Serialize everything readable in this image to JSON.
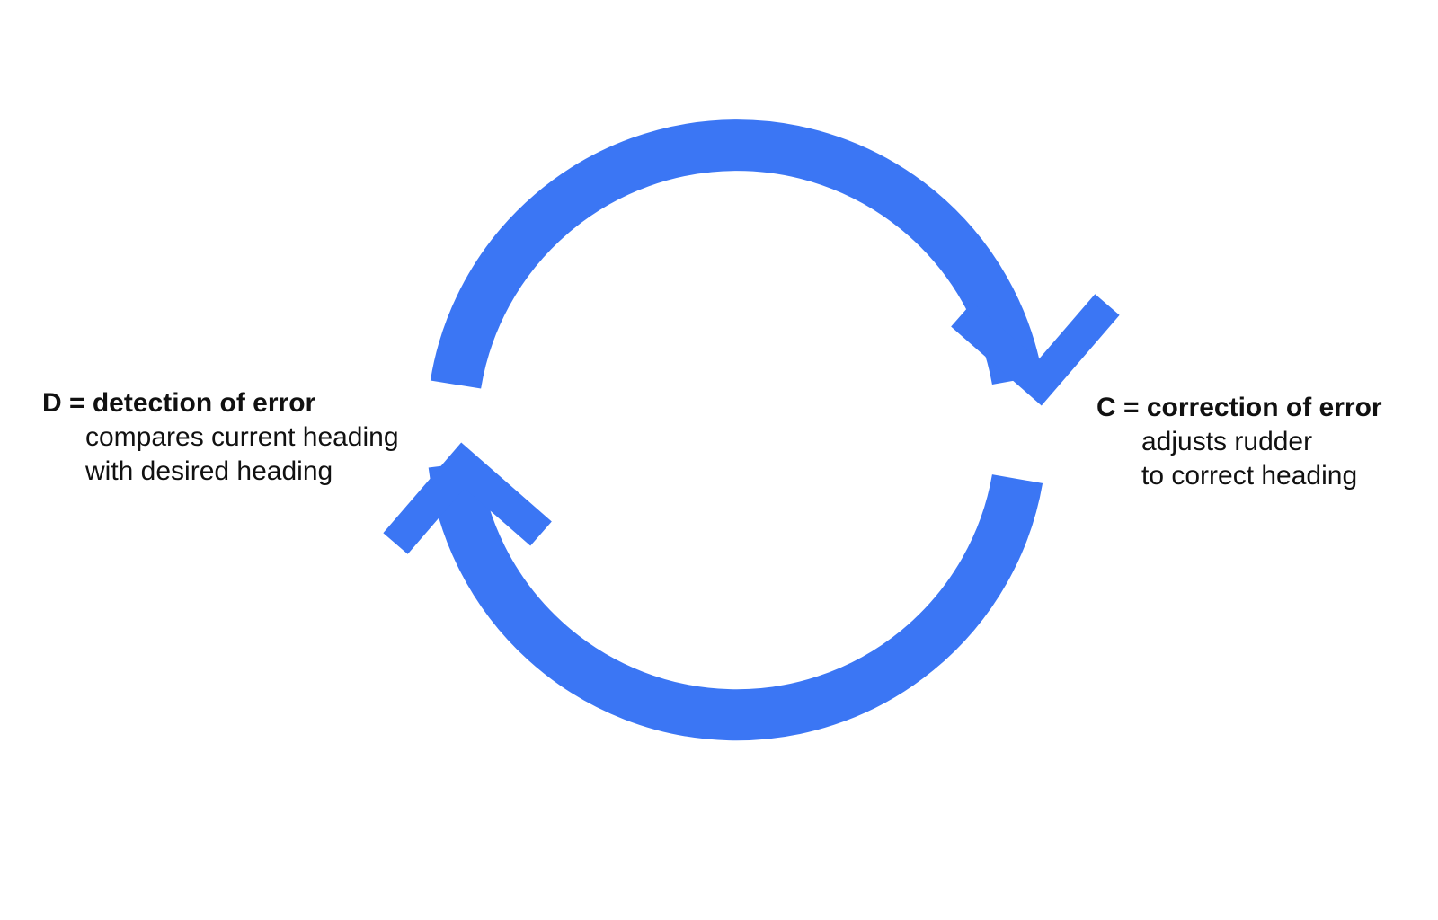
{
  "page": {
    "background": "#ffffff"
  },
  "diagram": {
    "type": "cycle",
    "arrow_color": "#3B76F4",
    "text_color": "#111111",
    "nodes": [
      {
        "key": "D",
        "title": "D = detection of error",
        "lines": [
          "compares current heading",
          "with desired heading"
        ]
      },
      {
        "key": "C",
        "title": "C = correction of error",
        "lines": [
          "adjusts rudder",
          "to correct heading"
        ]
      }
    ]
  }
}
